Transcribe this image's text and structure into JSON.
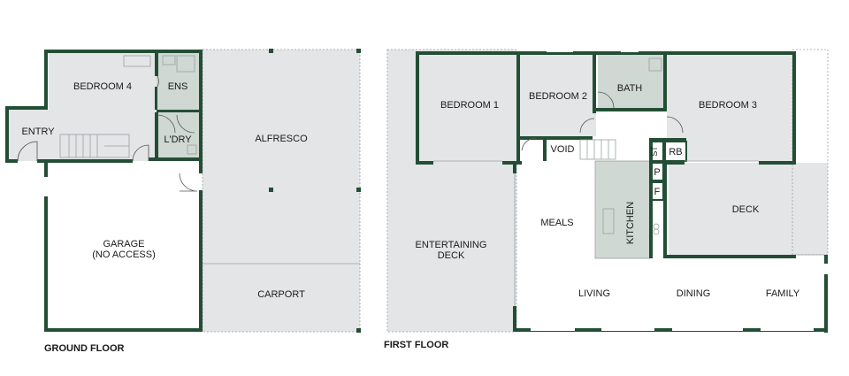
{
  "ground_floor": {
    "title": "GROUND FLOOR",
    "rooms": {
      "bedroom4": "BEDROOM 4",
      "ens": "ENS",
      "entry": "ENTRY",
      "ldry": "L'DRY",
      "alfresco": "ALFRESCO",
      "garage_line1": "GARAGE",
      "garage_line2": "(NO ACCESS)",
      "carport": "CARPORT"
    }
  },
  "first_floor": {
    "title": "FIRST FLOOR",
    "rooms": {
      "bedroom1": "BEDROOM 1",
      "bedroom2": "BEDROOM 2",
      "bath": "BATH",
      "bedroom3": "BEDROOM 3",
      "void": "VOID",
      "st": "ST",
      "rb": "RB",
      "p": "P",
      "f": "F",
      "meals": "MEALS",
      "kitchen": "KITCHEN",
      "deck": "DECK",
      "entertaining_line1": "ENTERTAINING",
      "entertaining_line2": "DECK",
      "living": "LIVING",
      "dining": "DINING",
      "family": "FAMILY"
    }
  },
  "colors": {
    "wall": "#234e35",
    "room_fill": "#e3e5e6",
    "wet_area_fill": "#cfd8d3"
  }
}
